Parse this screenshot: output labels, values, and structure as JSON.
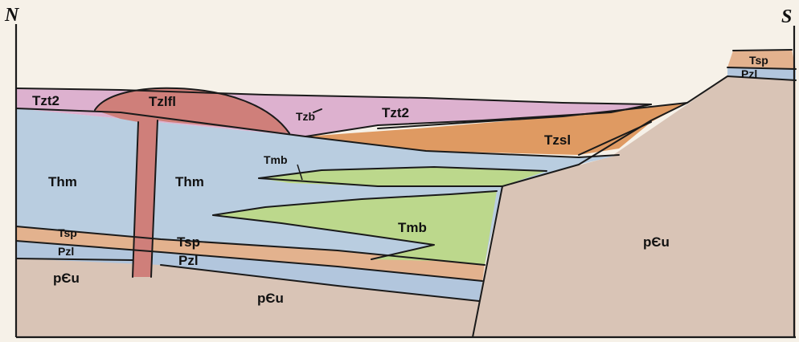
{
  "directions": {
    "north": "N",
    "south": "S"
  },
  "labels": {
    "tzt2_left": "Tzt2",
    "tzlfl": "Tzlfl",
    "tzb": "Tzb",
    "tzt2_right": "Tzt2",
    "tzsl": "Tzsl",
    "thm_left": "Thm",
    "thm_mid": "Thm",
    "tmb_upper": "Tmb",
    "tmb_lower": "Tmb",
    "tsp_left": "Tsp",
    "tsp_mid": "Tsp",
    "tsp_right": "Tsp",
    "pzl_left": "Pzl",
    "pzl_mid": "Pzl",
    "pzl_right": "Pzl",
    "pcu_left": "pЄu",
    "pcu_mid": "pЄu",
    "pcu_right": "pЄu"
  },
  "colors": {
    "background": "#f6f1e8",
    "precambrian": "#d9c4b6",
    "thm": "#b9cde0",
    "tsp": "#e3b28e",
    "pzl": "#b2c6dd",
    "tmb": "#bcd88c",
    "tzlfl": "#cf7f7a",
    "tzt2": "#ddb1cf",
    "tzsl": "#df9a62",
    "line": "#1a1a1a"
  }
}
